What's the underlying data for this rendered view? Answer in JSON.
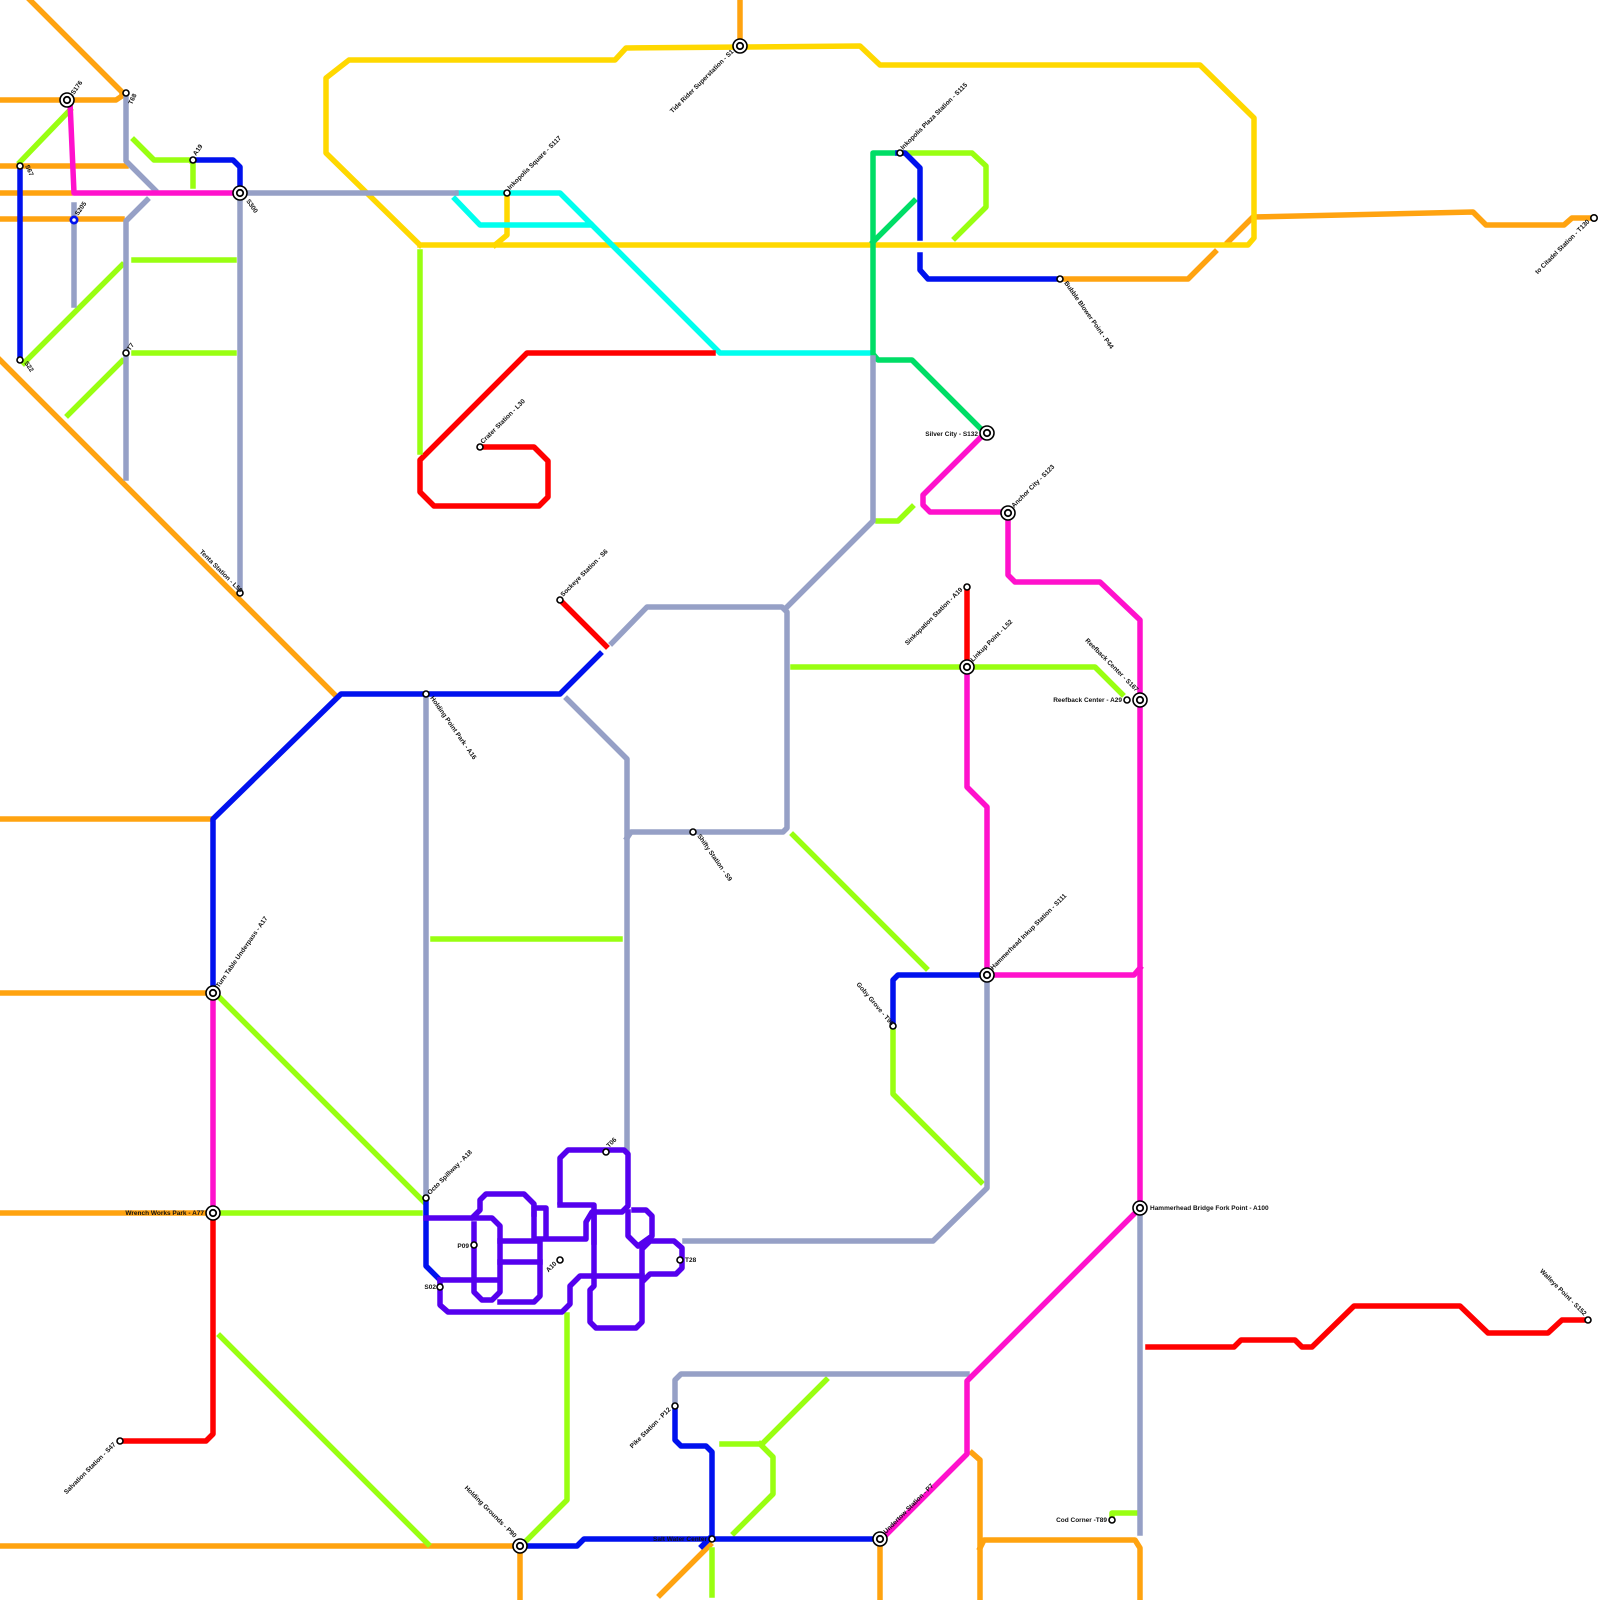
{
  "map": {
    "colors": {
      "orange": "#FFA310",
      "yellow": "#FFD800",
      "lime": "#99FF11",
      "blue": "#0011EE",
      "magenta": "#FF11CC",
      "slate": "#96A0C6",
      "cyan": "#00FFEE",
      "red": "#FF0000",
      "green": "#00DD66",
      "violet": "#5500EE"
    },
    "stations": [
      {
        "id": "s176",
        "label": "S176"
      },
      {
        "id": "t68",
        "label": "T68"
      },
      {
        "id": "s67",
        "label": "S67"
      },
      {
        "id": "a19",
        "label": "A19"
      },
      {
        "id": "s300",
        "label": "S300"
      },
      {
        "id": "s205",
        "label": "S205"
      },
      {
        "id": "t7",
        "label": "T7"
      },
      {
        "id": "s22",
        "label": "S22"
      },
      {
        "id": "tide-rider",
        "label": "Tide Rider Superstation - S1"
      },
      {
        "id": "inkopolis-square",
        "label": "Inkopolis Square - S117"
      },
      {
        "id": "inkopolis-plaza",
        "label": "Inkopolis Plaza Station - S115"
      },
      {
        "id": "bubble-blower",
        "label": "Bubble Blower Point - P44"
      },
      {
        "id": "citadel",
        "label": "to Citadel Station - T130"
      },
      {
        "id": "crater",
        "label": "Crater Station - L30"
      },
      {
        "id": "silver-city",
        "label": "Silver City - S132"
      },
      {
        "id": "anchor-city",
        "label": "Anchor City - S123"
      },
      {
        "id": "tenta",
        "label": "Tenta Station - L59"
      },
      {
        "id": "sockeye",
        "label": "Sockeye Station - S6"
      },
      {
        "id": "sinkopation",
        "label": "Sinkopation Station - A19"
      },
      {
        "id": "linkup",
        "label": "Linkup Point - L52"
      },
      {
        "id": "reefback-s",
        "label": "Reefback Center - S167"
      },
      {
        "id": "reefback-a",
        "label": "Reefback Center - A29"
      },
      {
        "id": "holding-point",
        "label": "Holding Point Park - A16"
      },
      {
        "id": "shifty",
        "label": "Shifty Station - S9"
      },
      {
        "id": "turn-table",
        "label": "Turn Table Underpass - A17"
      },
      {
        "id": "hammerhead-inkup",
        "label": "Hammerhead Inkup Station - S111"
      },
      {
        "id": "goby-grove",
        "label": "Goby Grove - T96"
      },
      {
        "id": "octo-spillway",
        "label": "Octo Spillway - A18"
      },
      {
        "id": "t06",
        "label": "T06"
      },
      {
        "id": "wrench-works",
        "label": "Wrench Works Park - A77"
      },
      {
        "id": "hammerhead-bridge",
        "label": "Hammerhead Bridge Fork Point - A100"
      },
      {
        "id": "p09",
        "label": "P09"
      },
      {
        "id": "a10",
        "label": "A10"
      },
      {
        "id": "t28",
        "label": "T28"
      },
      {
        "id": "s02",
        "label": "S02"
      },
      {
        "id": "walleye",
        "label": "Walleye Point - S152"
      },
      {
        "id": "pike",
        "label": "Pike Station - P12"
      },
      {
        "id": "salvation",
        "label": "Salvation Station - S47"
      },
      {
        "id": "holding-grounds",
        "label": "Holding Grounds - P90"
      },
      {
        "id": "salt-water",
        "label": "Salt Water Center"
      },
      {
        "id": "undertow",
        "label": "Undertow Station - P7"
      },
      {
        "id": "cod-corner",
        "label": "Cod Corner -T89"
      }
    ]
  }
}
